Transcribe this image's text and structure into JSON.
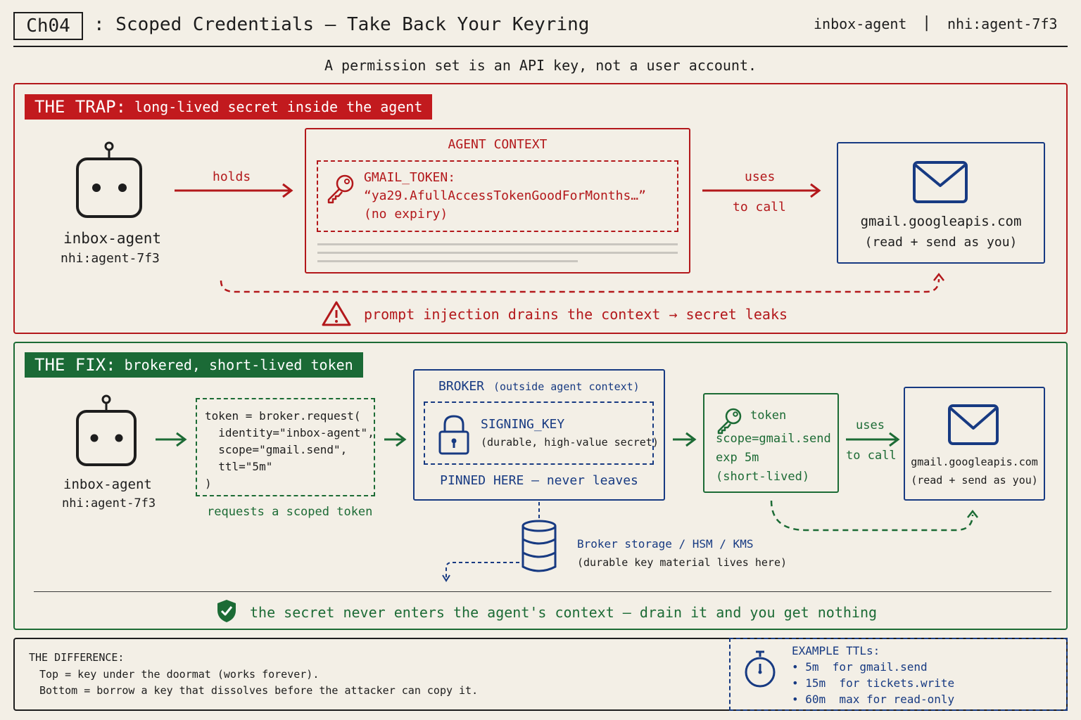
{
  "header": {
    "chapter": "Ch04",
    "title": ": Scoped Credentials — Take Back Your Keyring",
    "agent_name": "inbox-agent",
    "separator": "|",
    "agent_id": "nhi:agent-7f3",
    "subtitle": "A permission set is an API key, not a user account."
  },
  "trap": {
    "tag_strong": "THE TRAP:",
    "tag_text": "long-lived secret inside the agent",
    "agent_name": "inbox-agent",
    "agent_id": "nhi:agent-7f3",
    "holds_label": "holds",
    "context_title": "AGENT CONTEXT",
    "secret_name": "GMAIL_TOKEN:",
    "secret_value": "“ya29.AfullAccessTokenGoodForMonths…”",
    "secret_note": "(no expiry)",
    "uses_label": "uses",
    "to_call_label": "to call",
    "service_name": "gmail.googleapis.com",
    "service_scope": "(read + send as you)",
    "warning": "prompt injection drains the context → secret leaks"
  },
  "fix": {
    "tag_strong": "THE FIX:",
    "tag_text": "brokered, short-lived token",
    "agent_name": "inbox-agent",
    "agent_id": "nhi:agent-7f3",
    "code_lines": [
      "token = broker.request(",
      "  identity=\"inbox-agent\",",
      "  scope=\"gmail.send\",",
      "  ttl=\"5m\"",
      ")"
    ],
    "request_caption": "requests a scoped token",
    "broker_title": "BROKER",
    "broker_sub": "(outside agent context)",
    "signing_key": "SIGNING_KEY",
    "signing_note": "(durable, high-value secret)",
    "pinned": "PINNED HERE — never leaves",
    "token_title": "token",
    "token_scope": "scope=gmail.send",
    "token_exp": "exp 5m",
    "token_note": "(short-lived)",
    "uses_label": "uses",
    "to_call_label": "to call",
    "service_name": "gmail.googleapis.com",
    "service_scope": "(read + send as you)",
    "storage_title": "Broker storage / HSM / KMS",
    "storage_note": "(durable key material lives here)",
    "guarantee": "the secret never enters the agent's context — drain it and you get nothing"
  },
  "difference": {
    "title": "THE DIFFERENCE:",
    "line1": "Top = key under the doormat (works forever).",
    "line2": "Bottom = borrow a key that dissolves before the attacker can copy it.",
    "ttl_title": "EXAMPLE TTLs:",
    "ttl_items": [
      "• 5m  for gmail.send",
      "• 15m  for tickets.write",
      "• 60m  max for read-only"
    ]
  },
  "colors": {
    "red": "#b3181b",
    "green": "#1c6b35",
    "blue": "#173a82",
    "background": "#f3efe6"
  }
}
